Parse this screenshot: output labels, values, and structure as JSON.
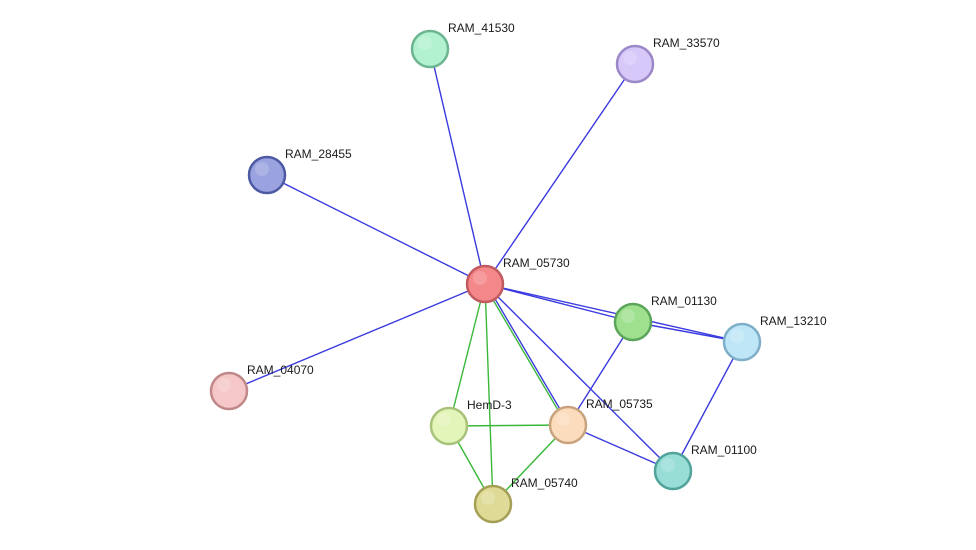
{
  "network": {
    "nodes": [
      {
        "id": "RAM_05730",
        "label": "RAM_05730",
        "fill": "#f4878a",
        "stroke": "#c05a5e"
      },
      {
        "id": "RAM_41530",
        "label": "RAM_41530",
        "fill": "#b2f2d0",
        "stroke": "#6cb590"
      },
      {
        "id": "RAM_33570",
        "label": "RAM_33570",
        "fill": "#d6c8f8",
        "stroke": "#9a88c8"
      },
      {
        "id": "RAM_28455",
        "label": "RAM_28455",
        "fill": "#9aa3e0",
        "stroke": "#4d5aa3"
      },
      {
        "id": "RAM_04070",
        "label": "RAM_04070",
        "fill": "#f5c7c7",
        "stroke": "#c08888"
      },
      {
        "id": "RAM_01130",
        "label": "RAM_01130",
        "fill": "#9fe08f",
        "stroke": "#5ba55a"
      },
      {
        "id": "RAM_13210",
        "label": "RAM_13210",
        "fill": "#bfe6f7",
        "stroke": "#7eaec8"
      },
      {
        "id": "HemD-3",
        "label": "HemD-3",
        "fill": "#e3f5b9",
        "stroke": "#a9c27a"
      },
      {
        "id": "RAM_05735",
        "label": "RAM_05735",
        "fill": "#fbdcbd",
        "stroke": "#c9a27e"
      },
      {
        "id": "RAM_01100",
        "label": "RAM_01100",
        "fill": "#98ddd6",
        "stroke": "#4fa39b"
      },
      {
        "id": "RAM_05740",
        "label": "RAM_05740",
        "fill": "#dfdb97",
        "stroke": "#a39f55"
      }
    ],
    "edges": [
      {
        "source": "RAM_05730",
        "target": "RAM_41530",
        "colors": [
          "#3a3ae0"
        ]
      },
      {
        "source": "RAM_05730",
        "target": "RAM_33570",
        "colors": [
          "#3a3ae0"
        ]
      },
      {
        "source": "RAM_05730",
        "target": "RAM_28455",
        "colors": [
          "#3a3ae0"
        ]
      },
      {
        "source": "RAM_05730",
        "target": "RAM_04070",
        "colors": [
          "#3a3ae0"
        ]
      },
      {
        "source": "RAM_05730",
        "target": "RAM_01130",
        "colors": [
          "#3a3ae0"
        ]
      },
      {
        "source": "RAM_05730",
        "target": "RAM_13210",
        "colors": [
          "#3a3ae0"
        ]
      },
      {
        "source": "RAM_05730",
        "target": "RAM_01100",
        "colors": [
          "#3a3ae0"
        ]
      },
      {
        "source": "RAM_05730",
        "target": "RAM_05735",
        "colors": [
          "#3a3ae0",
          "#3ab83a"
        ]
      },
      {
        "source": "RAM_05730",
        "target": "HemD-3",
        "colors": [
          "#3ab83a"
        ]
      },
      {
        "source": "RAM_05730",
        "target": "RAM_05740",
        "colors": [
          "#3ab83a"
        ]
      },
      {
        "source": "RAM_01130",
        "target": "RAM_13210",
        "colors": [
          "#3a3ae0"
        ]
      },
      {
        "source": "RAM_01130",
        "target": "RAM_05735",
        "colors": [
          "#3a3ae0"
        ]
      },
      {
        "source": "RAM_13210",
        "target": "RAM_01100",
        "colors": [
          "#3a3ae0"
        ]
      },
      {
        "source": "RAM_05735",
        "target": "RAM_01100",
        "colors": [
          "#3a3ae0"
        ]
      },
      {
        "source": "HemD-3",
        "target": "RAM_05735",
        "colors": [
          "#3ab83a"
        ]
      },
      {
        "source": "HemD-3",
        "target": "RAM_05740",
        "colors": [
          "#3ab83a"
        ]
      },
      {
        "source": "RAM_05735",
        "target": "RAM_05740",
        "colors": [
          "#3ab83a"
        ]
      }
    ]
  }
}
